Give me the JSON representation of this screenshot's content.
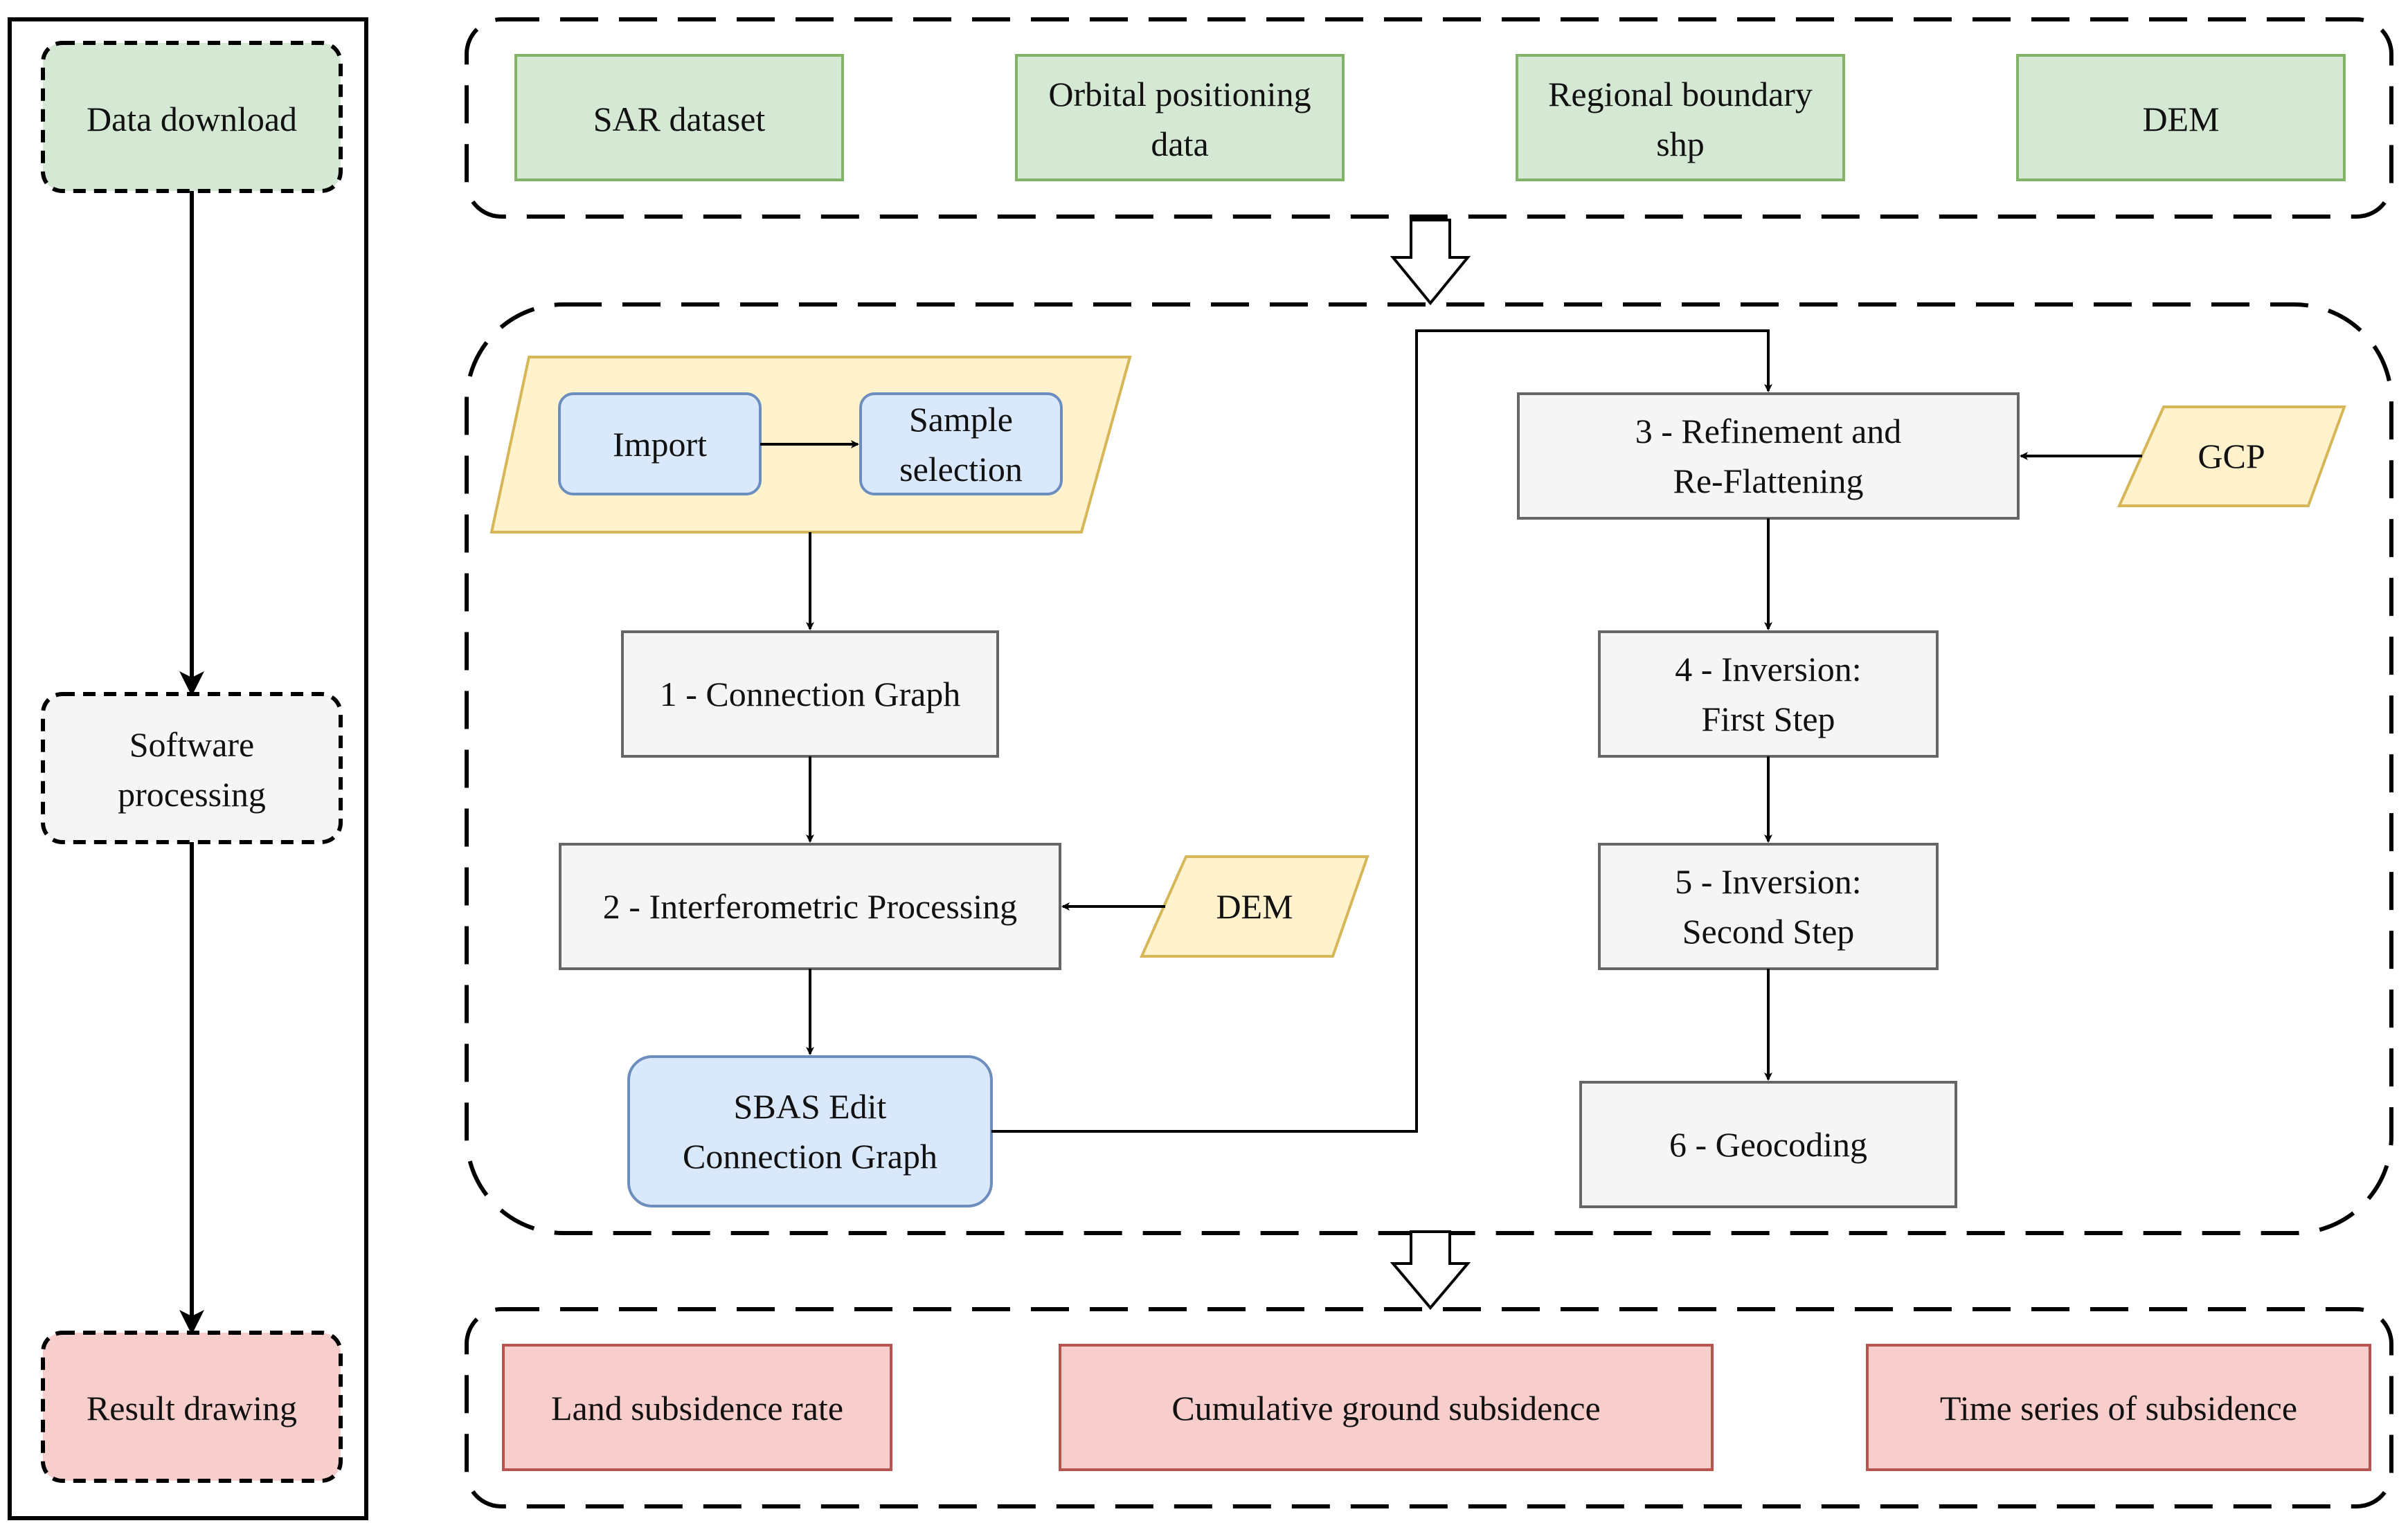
{
  "colors": {
    "green_fill": "#d5e8d4",
    "green_stroke": "#82b366",
    "blue_fill": "#dae8fc",
    "blue_stroke": "#6c8ebf",
    "yellow_fill": "#fff2cc",
    "yellow_stroke": "#d6b656",
    "gray_fill": "#f5f5f5",
    "gray_stroke": "#666666",
    "red_fill": "#f8cecc",
    "red_stroke": "#b85450",
    "line": "#000000"
  },
  "stages": {
    "download": [
      "Data download"
    ],
    "processing": [
      "Software",
      "processing"
    ],
    "result": [
      "Result drawing"
    ]
  },
  "inputs": {
    "sar": [
      "SAR dataset"
    ],
    "orbit": [
      "Orbital positioning",
      "data"
    ],
    "boundary": [
      "Regional boundary",
      "shp"
    ],
    "dem": [
      "DEM"
    ]
  },
  "process": {
    "import": [
      "Import"
    ],
    "sample": [
      "Sample",
      "selection"
    ],
    "step1": [
      "1 - Connection Graph"
    ],
    "step2": [
      "2 - Interferometric Processing"
    ],
    "dem_input": [
      "DEM"
    ],
    "sbas_edit": [
      "SBAS Edit",
      "Connection Graph"
    ],
    "step3": [
      "3 - Refinement and",
      "Re-Flattening"
    ],
    "gcp": [
      "GCP"
    ],
    "step4": [
      "4 - Inversion:",
      "First Step"
    ],
    "step5": [
      "5 - Inversion:",
      "Second Step"
    ],
    "step6": [
      "6 - Geocoding"
    ]
  },
  "outputs": {
    "rate": [
      "Land subsidence rate"
    ],
    "cumulative": [
      "Cumulative ground subsidence"
    ],
    "timeseries": [
      "Time series of  subsidence"
    ]
  }
}
